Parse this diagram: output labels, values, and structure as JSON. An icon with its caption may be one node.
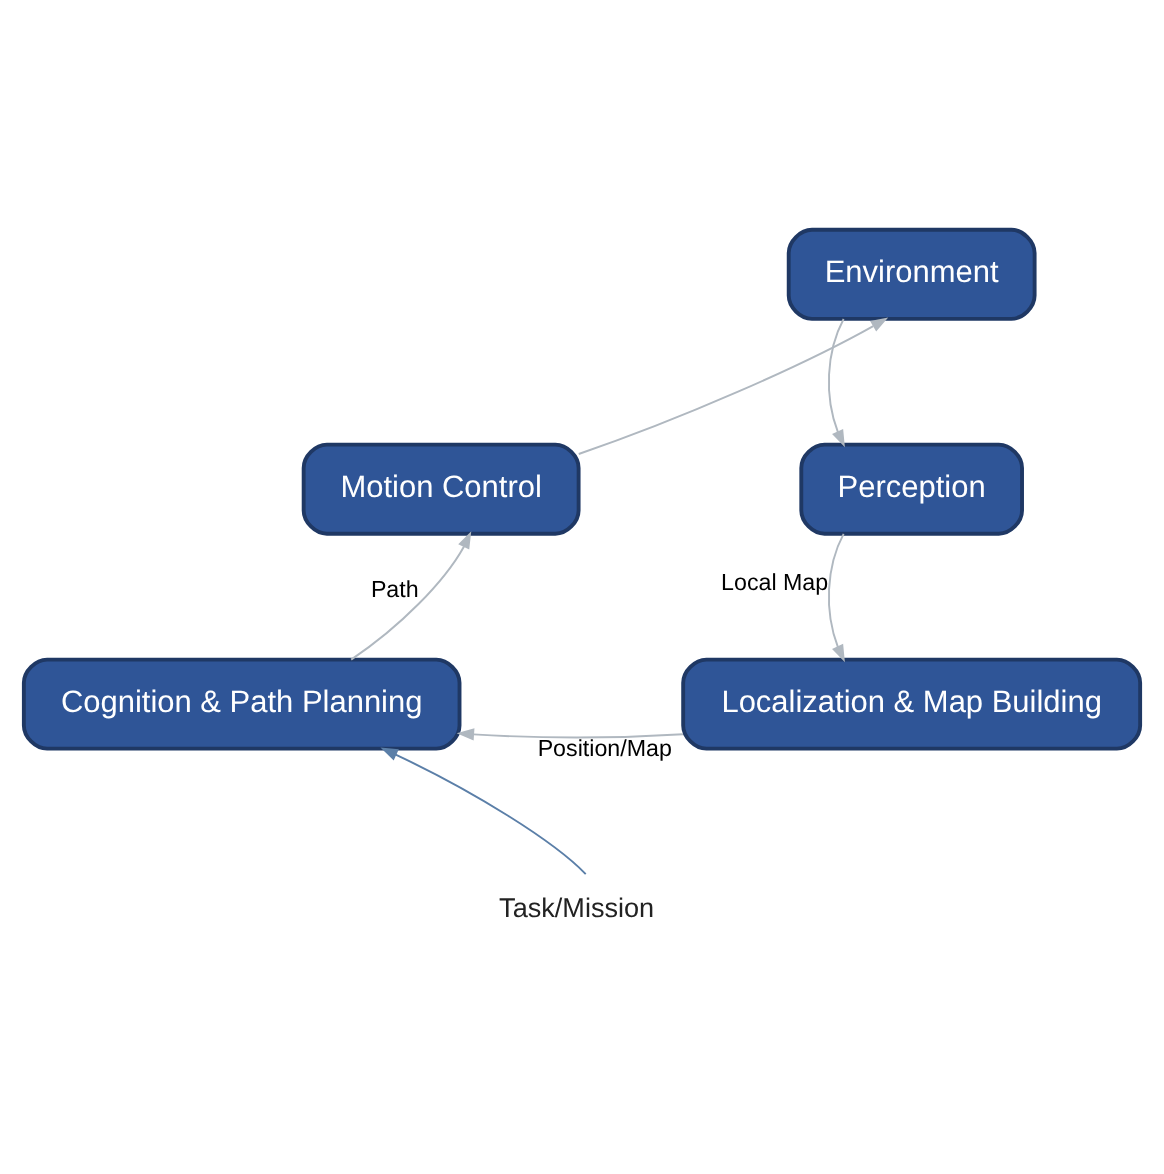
{
  "diagram": {
    "nodes": [
      {
        "text": [
          "Environment"
        ]
      },
      {
        "text": [
          "Perception"
        ]
      },
      {
        "text": [
          "Localization & Map Building"
        ]
      },
      {
        "text": [
          "Cognition & Path Planning"
        ]
      },
      {
        "text": [
          "Motion Control"
        ]
      },
      {
        "text": [
          "Task/Mission"
        ]
      }
    ],
    "edges": [
      {
        "from": 0,
        "to": 1,
        "arrow": "to"
      },
      {
        "from": 1,
        "to": 2,
        "arrow": "to",
        "label": "Local Map"
      },
      {
        "from": 2,
        "to": 3,
        "arrow": "to",
        "label": "Position/Map"
      },
      {
        "from": 3,
        "to": 4,
        "arrow": "to",
        "label": "Path"
      },
      {
        "from": 4,
        "to": 0,
        "arrow": "to"
      },
      {
        "from": 5,
        "to": 3,
        "arrow": "to",
        "color": "#5b7fa8"
      }
    ]
  }
}
